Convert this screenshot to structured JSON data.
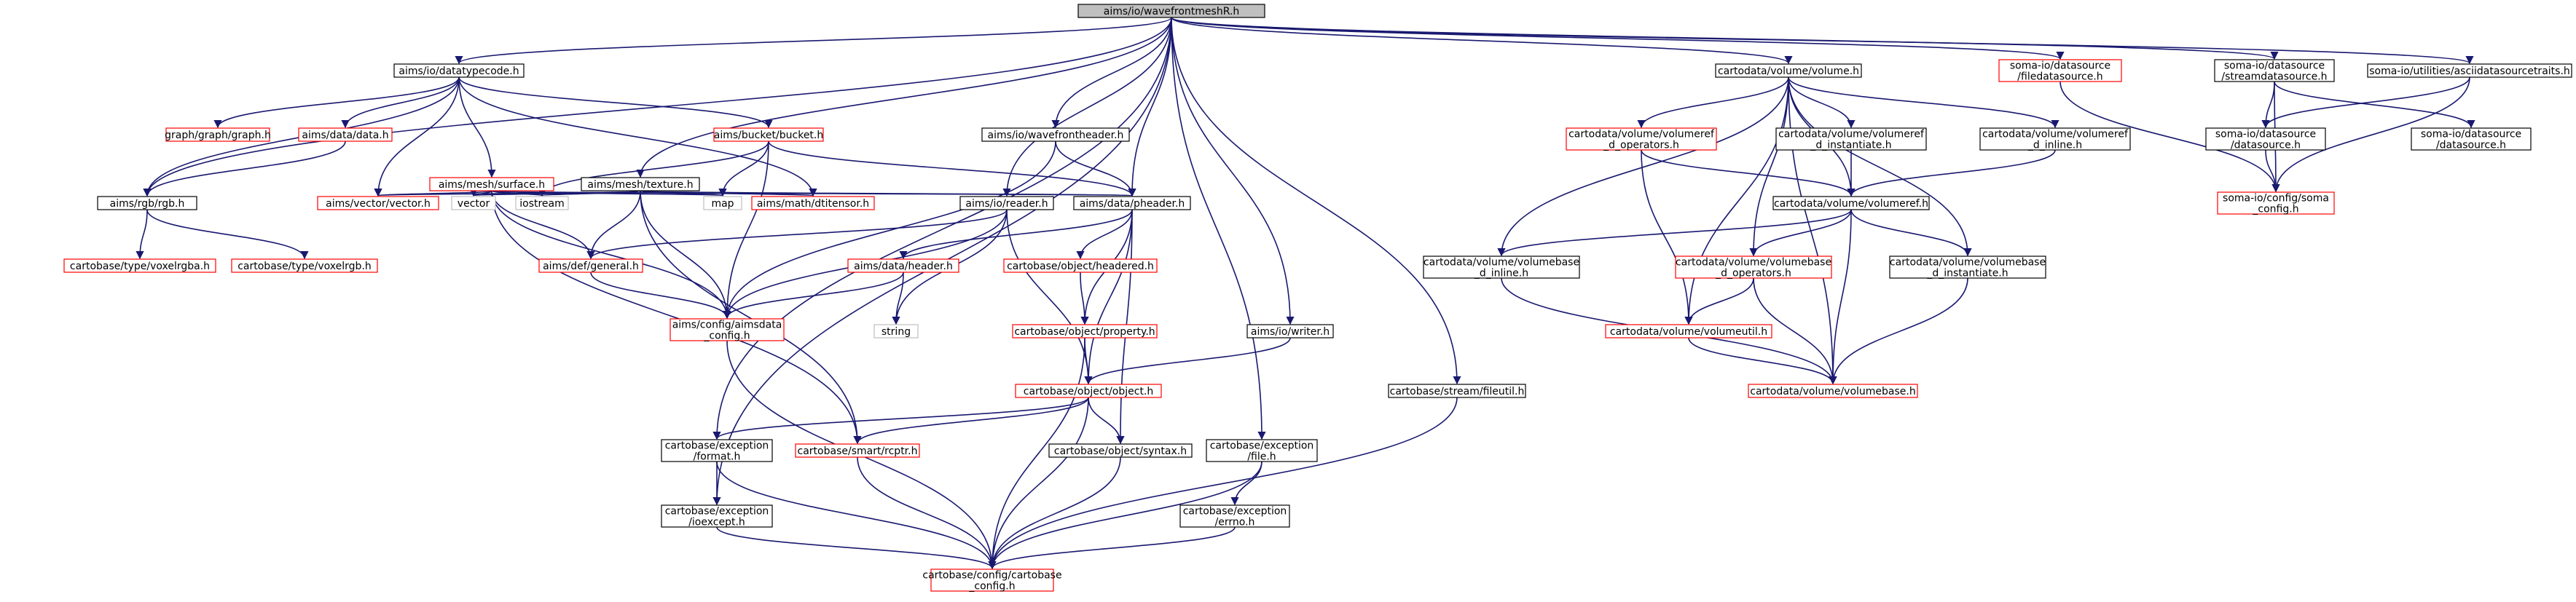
{
  "graph": {
    "nodes": [
      {
        "id": "root",
        "lines": [
          "aims/io/wavefrontmeshR.h"
        ],
        "style": "root"
      },
      {
        "id": "datatypecode",
        "lines": [
          "aims/io/datatypecode.h"
        ],
        "style": "normal"
      },
      {
        "id": "texture",
        "lines": [
          "aims/mesh/texture.h"
        ],
        "style": "normal"
      },
      {
        "id": "wavefrontheader",
        "lines": [
          "aims/io/wavefrontheader.h"
        ],
        "style": "normal"
      },
      {
        "id": "volume",
        "lines": [
          "cartodata/volume/volume.h"
        ],
        "style": "normal"
      },
      {
        "id": "filedatasource",
        "lines": [
          "soma-io/datasource",
          "/filedatasource.h"
        ],
        "style": "missing"
      },
      {
        "id": "streamdatasource",
        "lines": [
          "soma-io/datasource",
          "/streamdatasource.h"
        ],
        "style": "normal"
      },
      {
        "id": "asciidatasourcetraits",
        "lines": [
          "soma-io/utilities/asciidatasourcetraits.h"
        ],
        "style": "normal"
      },
      {
        "id": "graph",
        "lines": [
          "graph/graph/graph.h"
        ],
        "style": "missing"
      },
      {
        "id": "data",
        "lines": [
          "aims/data/data.h"
        ],
        "style": "missing"
      },
      {
        "id": "surface",
        "lines": [
          "aims/mesh/surface.h"
        ],
        "style": "missing"
      },
      {
        "id": "bucket",
        "lines": [
          "aims/bucket/bucket.h"
        ],
        "style": "missing"
      },
      {
        "id": "rgb",
        "lines": [
          "aims/rgb/rgb.h"
        ],
        "style": "normal"
      },
      {
        "id": "vectorh",
        "lines": [
          "aims/vector/vector.h"
        ],
        "style": "missing"
      },
      {
        "id": "vector",
        "lines": [
          "vector"
        ],
        "style": "system"
      },
      {
        "id": "iostream",
        "lines": [
          "iostream"
        ],
        "style": "system"
      },
      {
        "id": "map",
        "lines": [
          "map"
        ],
        "style": "system"
      },
      {
        "id": "dtitensor",
        "lines": [
          "aims/math/dtitensor.h"
        ],
        "style": "missing"
      },
      {
        "id": "reader",
        "lines": [
          "aims/io/reader.h"
        ],
        "style": "normal"
      },
      {
        "id": "pheader",
        "lines": [
          "aims/data/pheader.h"
        ],
        "style": "normal"
      },
      {
        "id": "voxelrgba",
        "lines": [
          "cartobase/type/voxelrgba.h"
        ],
        "style": "missing"
      },
      {
        "id": "voxelrgb",
        "lines": [
          "cartobase/type/voxelrgb.h"
        ],
        "style": "missing"
      },
      {
        "id": "general",
        "lines": [
          "aims/def/general.h"
        ],
        "style": "missing"
      },
      {
        "id": "header",
        "lines": [
          "aims/data/header.h"
        ],
        "style": "missing"
      },
      {
        "id": "headered",
        "lines": [
          "cartobase/object/headered.h"
        ],
        "style": "missing"
      },
      {
        "id": "aimsdata_config",
        "lines": [
          "aims/config/aimsdata",
          "_config.h"
        ],
        "style": "missing"
      },
      {
        "id": "string",
        "lines": [
          "string"
        ],
        "style": "system"
      },
      {
        "id": "property",
        "lines": [
          "cartobase/object/property.h"
        ],
        "style": "missing"
      },
      {
        "id": "writer",
        "lines": [
          "aims/io/writer.h"
        ],
        "style": "normal"
      },
      {
        "id": "object",
        "lines": [
          "cartobase/object/object.h"
        ],
        "style": "missing"
      },
      {
        "id": "format",
        "lines": [
          "cartobase/exception",
          "/format.h"
        ],
        "style": "normal"
      },
      {
        "id": "rcptr",
        "lines": [
          "cartobase/smart/rcptr.h"
        ],
        "style": "missing"
      },
      {
        "id": "syntax",
        "lines": [
          "cartobase/object/syntax.h"
        ],
        "style": "normal"
      },
      {
        "id": "fileh",
        "lines": [
          "cartobase/exception",
          "/file.h"
        ],
        "style": "normal"
      },
      {
        "id": "ioexcept",
        "lines": [
          "cartobase/exception",
          "/ioexcept.h"
        ],
        "style": "normal"
      },
      {
        "id": "errno",
        "lines": [
          "cartobase/exception",
          "/errno.h"
        ],
        "style": "normal"
      },
      {
        "id": "cartobase_config",
        "lines": [
          "cartobase/config/cartobase",
          "_config.h"
        ],
        "style": "missing"
      },
      {
        "id": "fileutil",
        "lines": [
          "cartobase/stream/fileutil.h"
        ],
        "style": "normal"
      },
      {
        "id": "vr_operators",
        "lines": [
          "cartodata/volume/volumeref",
          "_d_operators.h"
        ],
        "style": "missing"
      },
      {
        "id": "vr_instantiate",
        "lines": [
          "cartodata/volume/volumeref",
          "_d_instantiate.h"
        ],
        "style": "normal"
      },
      {
        "id": "vr_inline",
        "lines": [
          "cartodata/volume/volumeref",
          "_d_inline.h"
        ],
        "style": "normal"
      },
      {
        "id": "volumeref",
        "lines": [
          "cartodata/volume/volumeref.h"
        ],
        "style": "normal"
      },
      {
        "id": "vb_inline",
        "lines": [
          "cartodata/volume/volumebase",
          "_d_inline.h"
        ],
        "style": "normal"
      },
      {
        "id": "vb_operators",
        "lines": [
          "cartodata/volume/volumebase",
          "_d_operators.h"
        ],
        "style": "missing"
      },
      {
        "id": "vb_instantiate",
        "lines": [
          "cartodata/volume/volumebase",
          "_d_instantiate.h"
        ],
        "style": "normal"
      },
      {
        "id": "volumeutil",
        "lines": [
          "cartodata/volume/volumeutil.h"
        ],
        "style": "missing"
      },
      {
        "id": "volumebase",
        "lines": [
          "cartodata/volume/volumebase.h"
        ],
        "style": "missing"
      },
      {
        "id": "sio_datasource",
        "lines": [
          "soma-io/datasource",
          "/datasource.h"
        ],
        "style": "normal"
      },
      {
        "id": "sio_datasource2",
        "lines": [
          "soma-io/datasource",
          "/datasource.h"
        ],
        "style": "normal"
      },
      {
        "id": "soma_config",
        "lines": [
          "soma-io/config/soma",
          "_config.h"
        ],
        "style": "missing"
      }
    ],
    "edges": [
      [
        "root",
        "datatypecode"
      ],
      [
        "root",
        "texture"
      ],
      [
        "root",
        "wavefrontheader"
      ],
      [
        "root",
        "volume"
      ],
      [
        "root",
        "filedatasource"
      ],
      [
        "root",
        "streamdatasource"
      ],
      [
        "root",
        "asciidatasourcetraits"
      ],
      [
        "root",
        "reader"
      ],
      [
        "root",
        "pheader"
      ],
      [
        "root",
        "writer"
      ],
      [
        "root",
        "rgb"
      ],
      [
        "root",
        "format"
      ],
      [
        "root",
        "ioexcept"
      ],
      [
        "root",
        "fileh"
      ],
      [
        "root",
        "fileutil"
      ],
      [
        "datatypecode",
        "graph"
      ],
      [
        "datatypecode",
        "data"
      ],
      [
        "datatypecode",
        "surface"
      ],
      [
        "datatypecode",
        "bucket"
      ],
      [
        "datatypecode",
        "rgb"
      ],
      [
        "datatypecode",
        "vectorh"
      ],
      [
        "datatypecode",
        "dtitensor"
      ],
      [
        "data",
        "rgb"
      ],
      [
        "surface",
        "vectorh"
      ],
      [
        "surface",
        "vector"
      ],
      [
        "surface",
        "iostream"
      ],
      [
        "surface",
        "map"
      ],
      [
        "surface",
        "pheader"
      ],
      [
        "surface",
        "general"
      ],
      [
        "surface",
        "aimsdata_config"
      ],
      [
        "surface",
        "rcptr"
      ],
      [
        "texture",
        "vectorh"
      ],
      [
        "texture",
        "vector"
      ],
      [
        "texture",
        "iostream"
      ],
      [
        "texture",
        "map"
      ],
      [
        "texture",
        "pheader"
      ],
      [
        "texture",
        "general"
      ],
      [
        "texture",
        "aimsdata_config"
      ],
      [
        "texture",
        "dtitensor"
      ],
      [
        "texture",
        "rcptr"
      ],
      [
        "bucket",
        "map"
      ],
      [
        "bucket",
        "iostream"
      ],
      [
        "bucket",
        "pheader"
      ],
      [
        "bucket",
        "aimsdata_config"
      ],
      [
        "rgb",
        "voxelrgba"
      ],
      [
        "rgb",
        "voxelrgb"
      ],
      [
        "wavefrontheader",
        "pheader"
      ],
      [
        "wavefrontheader",
        "aimsdata_config"
      ],
      [
        "reader",
        "general"
      ],
      [
        "reader",
        "aimsdata_config"
      ],
      [
        "reader",
        "string"
      ],
      [
        "reader",
        "object"
      ],
      [
        "pheader",
        "header"
      ],
      [
        "pheader",
        "headered"
      ],
      [
        "pheader",
        "property"
      ],
      [
        "pheader",
        "object"
      ],
      [
        "pheader",
        "syntax"
      ],
      [
        "general",
        "aimsdata_config"
      ],
      [
        "header",
        "aimsdata_config"
      ],
      [
        "header",
        "string"
      ],
      [
        "headered",
        "property"
      ],
      [
        "property",
        "object"
      ],
      [
        "property",
        "cartobase_config"
      ],
      [
        "aimsdata_config",
        "cartobase_config"
      ],
      [
        "writer",
        "object"
      ],
      [
        "object",
        "format"
      ],
      [
        "object",
        "rcptr"
      ],
      [
        "object",
        "syntax"
      ],
      [
        "object",
        "cartobase_config"
      ],
      [
        "format",
        "ioexcept"
      ],
      [
        "format",
        "cartobase_config"
      ],
      [
        "rcptr",
        "cartobase_config"
      ],
      [
        "syntax",
        "cartobase_config"
      ],
      [
        "ioexcept",
        "cartobase_config"
      ],
      [
        "fileh",
        "errno"
      ],
      [
        "fileh",
        "cartobase_config"
      ],
      [
        "errno",
        "cartobase_config"
      ],
      [
        "fileutil",
        "cartobase_config"
      ],
      [
        "volume",
        "vr_operators"
      ],
      [
        "volume",
        "vr_instantiate"
      ],
      [
        "volume",
        "vr_inline"
      ],
      [
        "volume",
        "volumeref"
      ],
      [
        "volume",
        "vb_inline"
      ],
      [
        "volume",
        "vb_operators"
      ],
      [
        "volume",
        "vb_instantiate"
      ],
      [
        "volume",
        "volumeutil"
      ],
      [
        "volume",
        "volumebase"
      ],
      [
        "vr_operators",
        "volumeref"
      ],
      [
        "vr_operators",
        "volumeutil"
      ],
      [
        "vr_instantiate",
        "volumeref"
      ],
      [
        "vr_inline",
        "volumeref"
      ],
      [
        "volumeref",
        "vb_inline"
      ],
      [
        "volumeref",
        "vb_operators"
      ],
      [
        "volumeref",
        "vb_instantiate"
      ],
      [
        "volumeref",
        "volumebase"
      ],
      [
        "vb_inline",
        "volumebase"
      ],
      [
        "vb_operators",
        "volumeutil"
      ],
      [
        "vb_operators",
        "volumebase"
      ],
      [
        "vb_instantiate",
        "volumebase"
      ],
      [
        "volumeutil",
        "volumebase"
      ],
      [
        "filedatasource",
        "soma_config"
      ],
      [
        "streamdatasource",
        "sio_datasource"
      ],
      [
        "streamdatasource",
        "sio_datasource2"
      ],
      [
        "streamdatasource",
        "soma_config"
      ],
      [
        "asciidatasourcetraits",
        "sio_datasource"
      ],
      [
        "asciidatasourcetraits",
        "soma_config"
      ],
      [
        "sio_datasource",
        "soma_config"
      ]
    ]
  },
  "colors": {
    "edge": "#191970",
    "normal_border": "#000000",
    "missing_border": "#ff0000",
    "system_border": "#bfbfbf",
    "root_fill": "#bfbfbf",
    "text": "#000000"
  }
}
